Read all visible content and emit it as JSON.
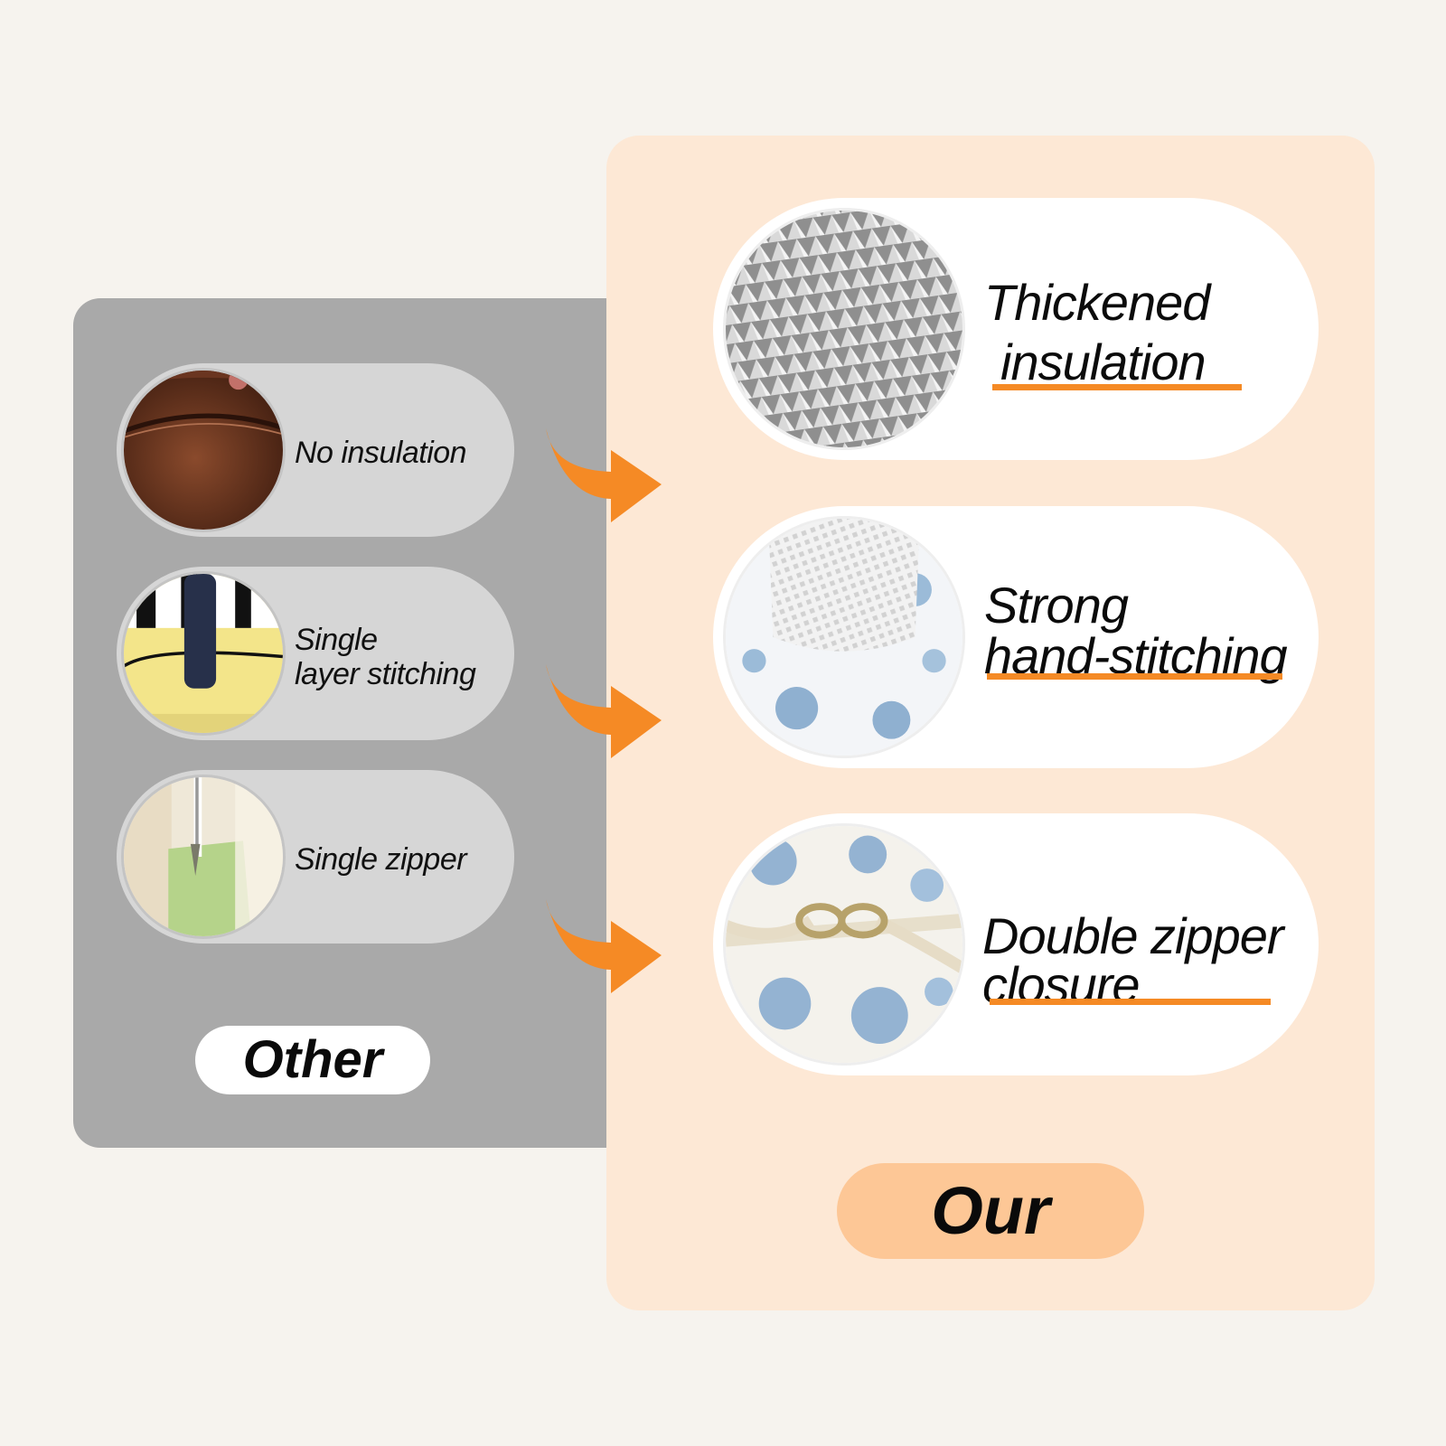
{
  "other": {
    "items": [
      {
        "label": "No insulation",
        "icon": "brown-lining-photo"
      },
      {
        "label_line1": "Single",
        "label_line2": "layer stitching",
        "icon": "yellow-bag-strap-photo"
      },
      {
        "label": "Single zipper",
        "icon": "green-bag-zipper-photo"
      }
    ],
    "badge": "Other"
  },
  "our": {
    "items": [
      {
        "label_line1": "Thickened",
        "label_line2": "insulation",
        "icon": "foil-insulation-photo"
      },
      {
        "label_line1": "Strong",
        "label_line2": "hand-stitching",
        "icon": "woven-strap-photo"
      },
      {
        "label_line1": "Double zipper",
        "label_line2": "closure",
        "icon": "double-zipper-photo"
      }
    ],
    "badge": "Our"
  },
  "colors": {
    "accent": "#f58a25",
    "other_panel": "#a9a9a9",
    "our_panel": "#fde8d5",
    "our_badge": "#fdc796"
  }
}
